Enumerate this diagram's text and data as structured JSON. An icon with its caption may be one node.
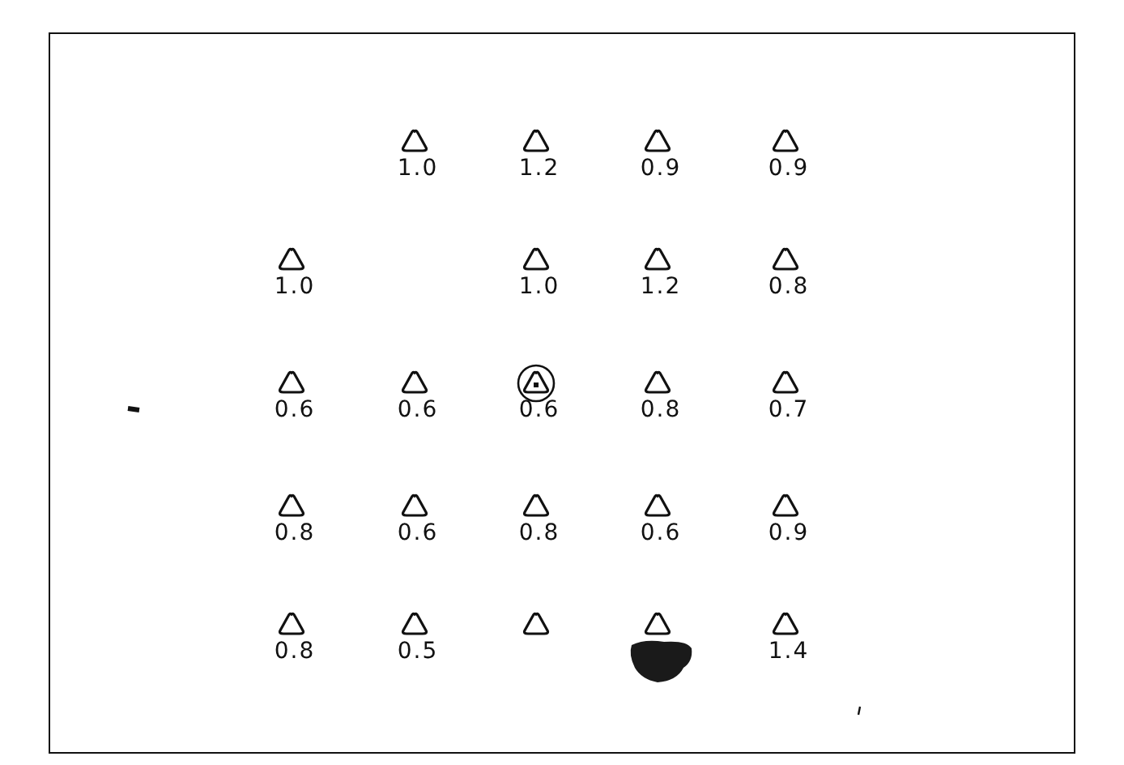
{
  "diagram": {
    "nodes": [
      {
        "text": [],
        "shape": "triangle",
        "beside": [
          "1.0"
        ]
      },
      {
        "text": [],
        "shape": "triangle",
        "beside": [
          "1.2"
        ]
      },
      {
        "text": [],
        "shape": "triangle",
        "beside": [
          "0.9"
        ]
      },
      {
        "text": [],
        "shape": "triangle",
        "beside": [
          "0.9"
        ]
      },
      {
        "text": [],
        "shape": "triangle",
        "beside": [
          "1.0"
        ]
      },
      {
        "text": [],
        "shape": "triangle",
        "beside": [
          "1.0"
        ]
      },
      {
        "text": [],
        "shape": "triangle",
        "beside": [
          "1.2"
        ]
      },
      {
        "text": [],
        "shape": "triangle",
        "beside": [
          "0.8"
        ]
      },
      {
        "text": [],
        "shape": "triangle",
        "beside": [
          "0.6"
        ]
      },
      {
        "text": [],
        "shape": "triangle",
        "beside": [
          "0.6"
        ]
      },
      {
        "text": [],
        "shape": "target",
        "beside": [
          "0.6"
        ]
      },
      {
        "text": [],
        "shape": "triangle",
        "beside": [
          "0.8"
        ]
      },
      {
        "text": [],
        "shape": "triangle",
        "beside": [
          "0.7"
        ]
      },
      {
        "text": [],
        "shape": "triangle",
        "beside": [
          "0.8"
        ]
      },
      {
        "text": [],
        "shape": "triangle",
        "beside": [
          "0.6"
        ]
      },
      {
        "text": [],
        "shape": "triangle",
        "beside": [
          "0.8"
        ]
      },
      {
        "text": [],
        "shape": "triangle",
        "beside": [
          "0.6"
        ]
      },
      {
        "text": [],
        "shape": "triangle",
        "beside": [
          "0.9"
        ]
      },
      {
        "text": [],
        "shape": "triangle",
        "beside": [
          "0.8"
        ]
      },
      {
        "text": [],
        "shape": "triangle",
        "beside": [
          "0.5"
        ]
      },
      {
        "text": [],
        "shape": "triangle"
      },
      {
        "text": [],
        "shape": "triangle"
      },
      {
        "text": [],
        "shape": "triangle",
        "beside": [
          "1.4"
        ]
      }
    ]
  }
}
